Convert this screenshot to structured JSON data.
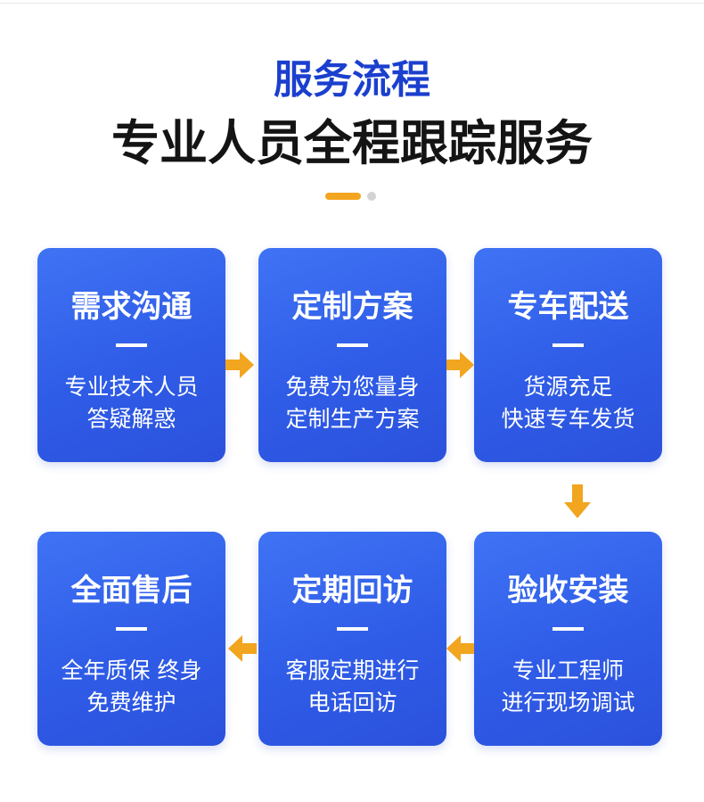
{
  "header": {
    "title": "服务流程",
    "subtitle": "专业人员全程跟踪服务"
  },
  "colors": {
    "title_blue": "#1b3fce",
    "card_blue": "#2f5ce7",
    "accent_orange": "#f2a51f",
    "dot_gray": "#d3d3d3"
  },
  "steps": [
    {
      "title": "需求沟通",
      "desc": [
        "专业技术人员",
        "答疑解惑"
      ]
    },
    {
      "title": "定制方案",
      "desc": [
        "免费为您量身",
        "定制生产方案"
      ]
    },
    {
      "title": "专车配送",
      "desc": [
        "货源充足",
        "快速专车发货"
      ]
    },
    {
      "title": "全面售后",
      "desc": [
        "全年质保 终身",
        "免费维护"
      ]
    },
    {
      "title": "定期回访",
      "desc": [
        "客服定期进行",
        "电话回访"
      ]
    },
    {
      "title": "验收安装",
      "desc": [
        "专业工程师",
        "进行现场调试"
      ]
    }
  ],
  "arrows": [
    {
      "from": "需求沟通",
      "to": "定制方案",
      "direction": "right",
      "icon": "arrow-right-icon"
    },
    {
      "from": "定制方案",
      "to": "专车配送",
      "direction": "right",
      "icon": "arrow-right-icon"
    },
    {
      "from": "专车配送",
      "to": "验收安装",
      "direction": "down",
      "icon": "arrow-down-icon"
    },
    {
      "from": "验收安装",
      "to": "定期回访",
      "direction": "left",
      "icon": "arrow-left-icon"
    },
    {
      "from": "定期回访",
      "to": "全面售后",
      "direction": "left",
      "icon": "arrow-left-icon"
    }
  ]
}
